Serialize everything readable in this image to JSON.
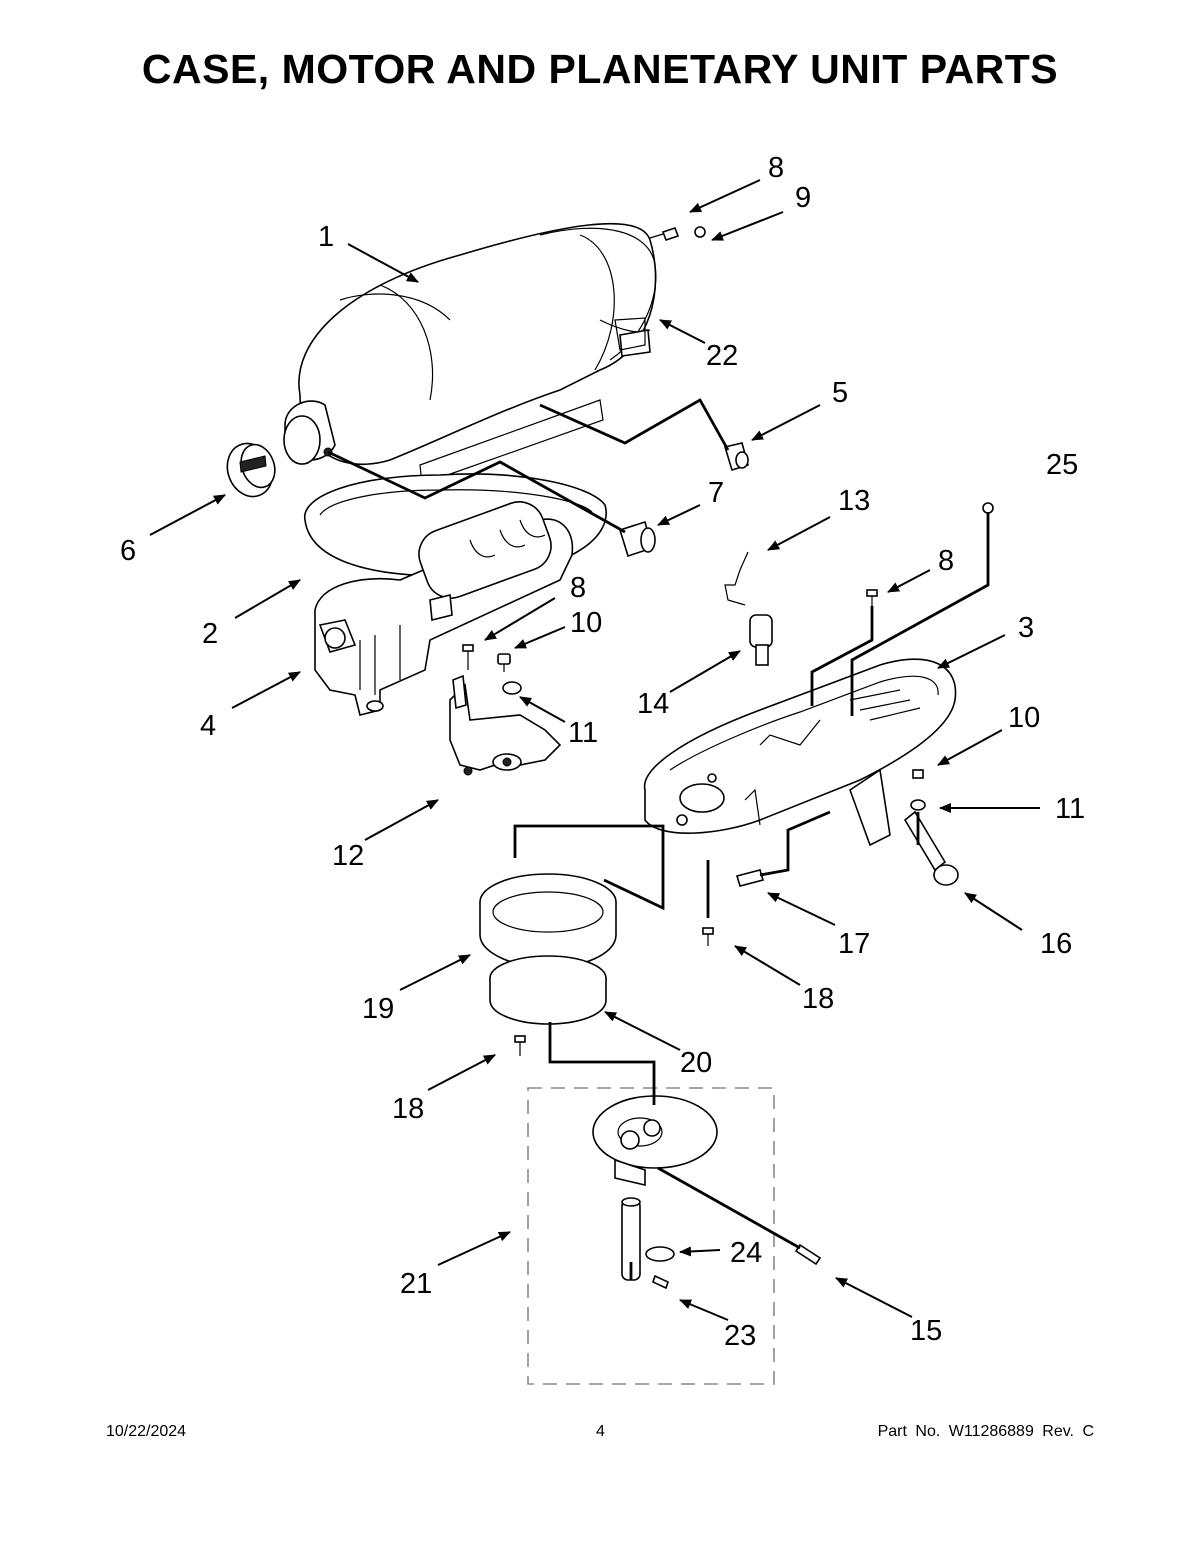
{
  "page": {
    "title": "CASE, MOTOR AND PLANETARY UNIT PARTS",
    "footer": {
      "date": "10/22/2024",
      "page_number": "4",
      "part_number": "Part No.  W11286889  Rev.  C"
    }
  },
  "callouts": [
    "1",
    "2",
    "3",
    "4",
    "5",
    "6",
    "7",
    "8",
    "8",
    "8",
    "9",
    "10",
    "10",
    "11",
    "11",
    "12",
    "13",
    "14",
    "15",
    "16",
    "17",
    "18",
    "18",
    "19",
    "20",
    "21",
    "22",
    "23",
    "24",
    "25"
  ],
  "colors": {
    "ink": "#000000",
    "paper": "#ffffff",
    "subassembly_box": "#8a8a8a"
  }
}
